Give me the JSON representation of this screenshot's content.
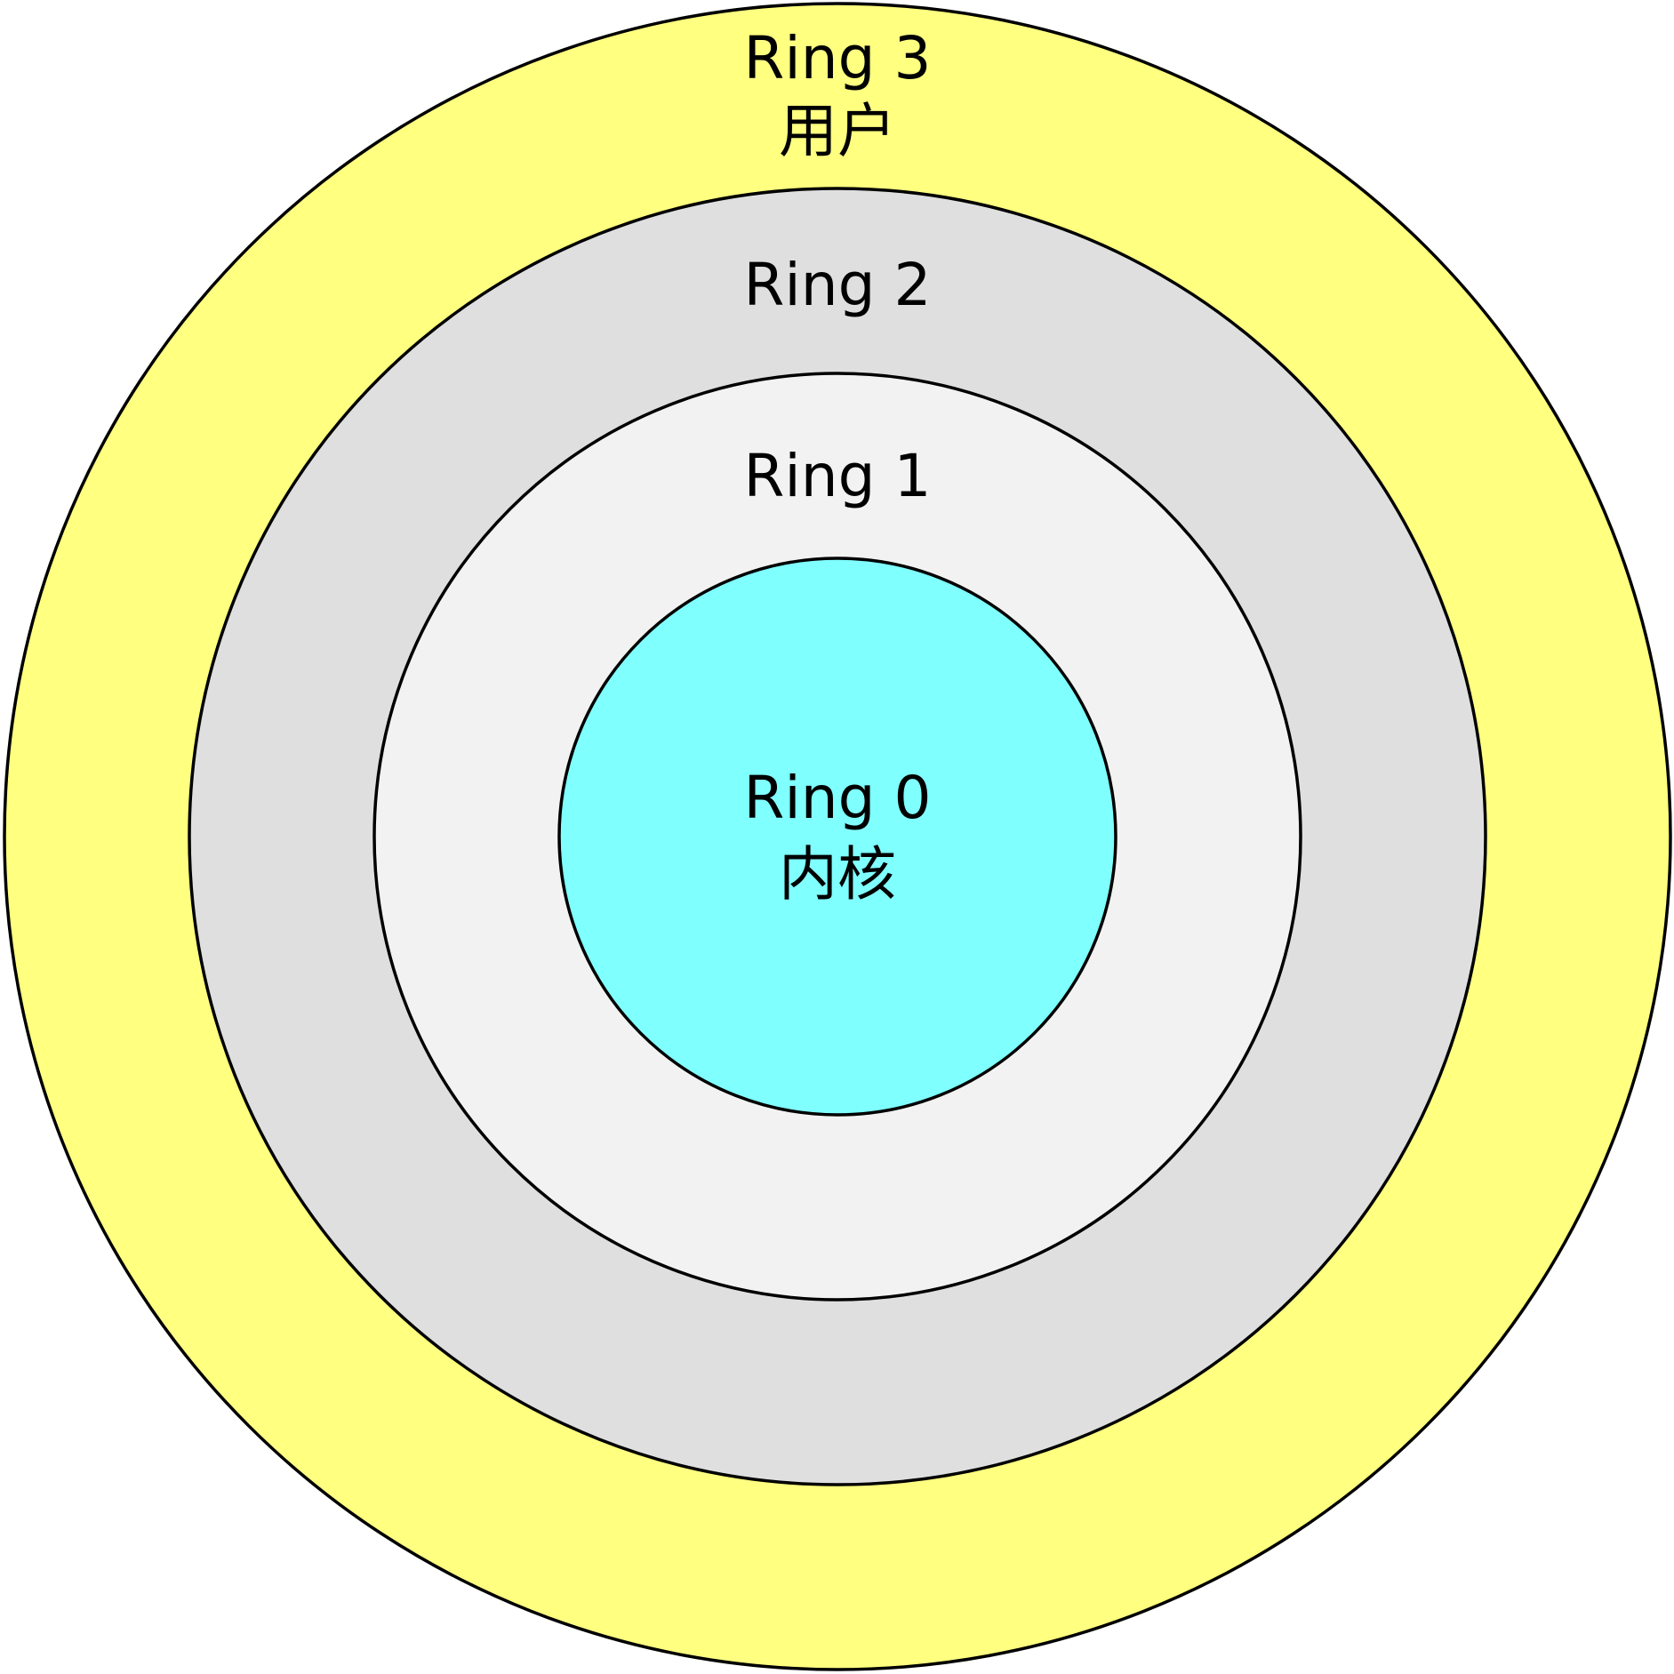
{
  "rings": [
    {
      "id": "ring-3",
      "label": "Ring 3",
      "sublabel": "用户",
      "color": "#FFFF80"
    },
    {
      "id": "ring-2",
      "label": "Ring 2",
      "sublabel": "",
      "color": "#DFDFDF"
    },
    {
      "id": "ring-1",
      "label": "Ring 1",
      "sublabel": "",
      "color": "#F2F2F2"
    },
    {
      "id": "ring-0",
      "label": "Ring 0",
      "sublabel": "内核",
      "color": "#80FFFF"
    }
  ]
}
